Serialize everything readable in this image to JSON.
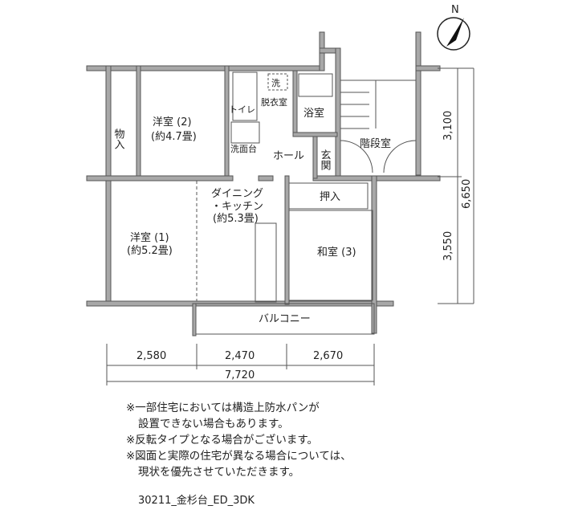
{
  "compass": {
    "label": "N"
  },
  "rooms": {
    "storage": "物入",
    "western2_name": "洋室 (2)",
    "western2_size": "(約4.7畳)",
    "toilet": "トイレ",
    "washer": "洗",
    "dressing": "脱衣室",
    "bath": "浴室",
    "washbasin": "洗面台",
    "hall": "ホール",
    "entrance": "玄関",
    "stairwell": "階段室",
    "dk_line1": "ダイニング",
    "dk_line2": "・キッチン",
    "dk_size": "(約5.3畳)",
    "closet": "押入",
    "western1_name": "洋室 (1)",
    "western1_size": "(約5.2畳)",
    "japanese3": "和室 (3)",
    "balcony": "バルコニー"
  },
  "dimensions": {
    "vertical": [
      "3,100",
      "3,550"
    ],
    "vertical_total": "6,650",
    "horizontal": [
      "2,580",
      "2,470",
      "2,670"
    ],
    "horizontal_total": "7,720"
  },
  "notes": [
    "※一部住宅においては構造上防水パンが",
    "設置できない場合もあります。",
    "※反転タイプとなる場合がございます。",
    "※図面と実際の住宅が異なる場合については、",
    "現状を優先させていただきます。"
  ],
  "plan_code": "30211_金杉台_ED_3DK"
}
